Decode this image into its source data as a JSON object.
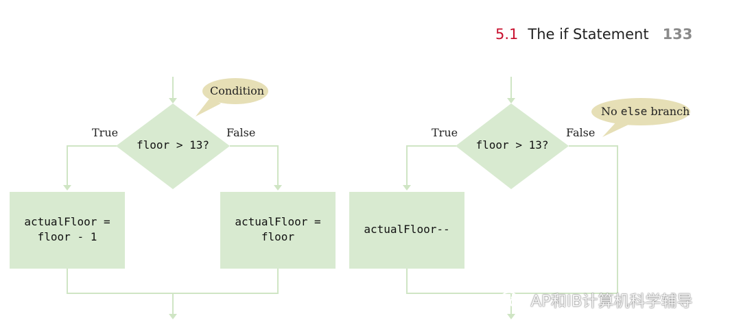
{
  "header": {
    "section_number": "5.1",
    "section_title": "The if Statement",
    "page_number": "133"
  },
  "left_flowchart": {
    "condition_callout": "Condition",
    "decision": "floor > 13?",
    "true_label": "True",
    "false_label": "False",
    "true_box": [
      "actualFloor =",
      "floor - 1"
    ],
    "false_box": [
      "actualFloor =",
      "floor"
    ]
  },
  "right_flowchart": {
    "callout": {
      "prefix": "No ",
      "keyword": "else",
      "suffix": " branch"
    },
    "decision": "floor > 13?",
    "true_label": "True",
    "false_label": "False",
    "true_box": "actualFloor--"
  },
  "watermark": "AP和IB计算机科学辅导",
  "colors": {
    "shape_fill": "#d8ead0",
    "line": "#cfe5c4",
    "bubble": "#e6dfb6",
    "section_accent": "#c8102e"
  }
}
